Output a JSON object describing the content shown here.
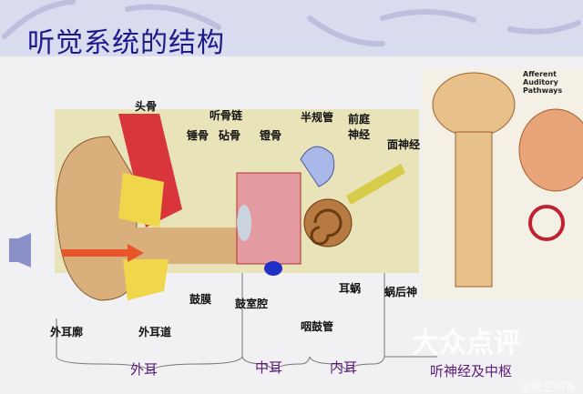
{
  "title": "听觉系统的结构",
  "labels": {
    "skull": "头骨",
    "ossicles": "听骨链",
    "malleus": "锤骨",
    "incus": "砧骨",
    "stapes": "镫骨",
    "canals": "半规管",
    "vestibular": "前庭\n神经",
    "facial": "面神经",
    "eardrum": "鼓膜",
    "cavity": "鼓室腔",
    "cochlea": "耳蜗",
    "retro": "蜗后神",
    "eustachian": "咽鼓管",
    "pinna": "外耳廓",
    "canal": "外耳道"
  },
  "sections": {
    "outer": "外耳",
    "middle": "中耳",
    "inner": "内耳",
    "central": "听神经及中枢"
  },
  "inset_title": "Afferent Auditory Pathways",
  "watermark": "大众点评",
  "watermark2": "@悟空问答"
}
